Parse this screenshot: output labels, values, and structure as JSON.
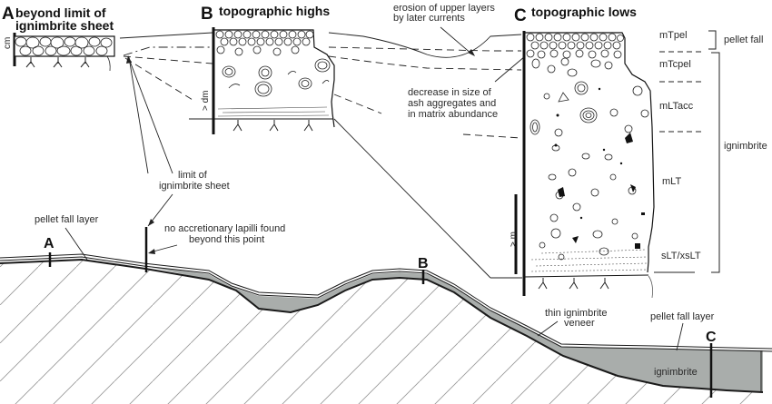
{
  "sections": {
    "A": {
      "letter": "A",
      "title_line1": "beyond limit of",
      "title_line2": "ignimbrite sheet",
      "scale": "cm"
    },
    "B": {
      "letter": "B",
      "title": "topographic highs",
      "scale": "> dm"
    },
    "C": {
      "letter": "C",
      "title": "topographic lows",
      "scale": "> m"
    }
  },
  "annotations": {
    "erosion_line1": "erosion of upper layers",
    "erosion_line2": "by later currents",
    "decrease_line1": "decrease in size of",
    "decrease_line2": "ash aggregates and",
    "decrease_line3": "in matrix abundance",
    "limit_line1": "limit of",
    "limit_line2": "ignimbrite sheet",
    "no_lapilli_line1": "no accretionary lapilli found",
    "no_lapilli_line2": "beyond this point",
    "pellet_fall_left": "pellet fall layer",
    "pellet_fall_right": "pellet fall layer",
    "thin_veneer_line1": "thin ignimbrite",
    "thin_veneer_line2": "veneer",
    "ignimbrite_fill": "ignimbrite"
  },
  "units": [
    {
      "code": "mTpel"
    },
    {
      "code": "mTcpel"
    },
    {
      "code": "mLTacc"
    },
    {
      "code": "mLT"
    },
    {
      "code": "sLT/xsLT"
    }
  ],
  "groups": {
    "pellet_fall": "pellet fall",
    "ignimbrite": "ignimbrite"
  },
  "profile_markers": {
    "A": "A",
    "B": "B",
    "C": "C"
  },
  "colors": {
    "ignimbrite_fill": "#a9adab",
    "hatch": "#9a9a9a",
    "line": "#1a1a1a"
  }
}
